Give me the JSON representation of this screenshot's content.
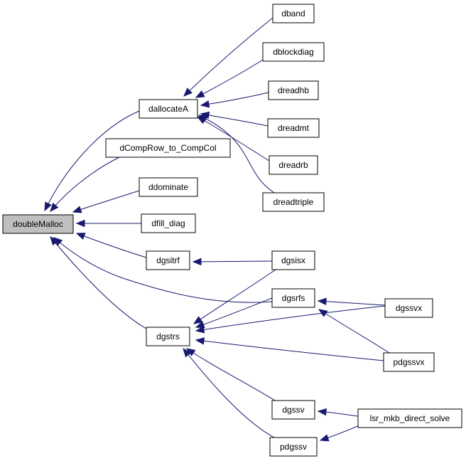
{
  "colors": {
    "edge": "#191970",
    "root_fill": "#bfbfbf",
    "node_fill": "#ffffff",
    "node_border": "#000000"
  },
  "nodes": {
    "doubleMalloc": "doubleMalloc",
    "dallocateA": "dallocateA",
    "dCompRow_to_CompCol": "dCompRow_to_CompCol",
    "ddominate": "ddominate",
    "dfill_diag": "dfill_diag",
    "dgsitrf": "dgsitrf",
    "dgstrs": "dgstrs",
    "dband": "dband",
    "dblockdiag": "dblockdiag",
    "dreadhb": "dreadhb",
    "dreadmt": "dreadmt",
    "dreadrb": "dreadrb",
    "dreadtriple": "dreadtriple",
    "dgsisx": "dgsisx",
    "dgsrfs": "dgsrfs",
    "dgssv": "dgssv",
    "pdgssv": "pdgssv",
    "dgssvx": "dgssvx",
    "pdgssvx": "pdgssvx",
    "lsr_mkb_direct_solve": "lsr_mkb_direct_solve"
  },
  "edges": [
    {
      "from": "dallocateA",
      "to": "doubleMalloc"
    },
    {
      "from": "dCompRow_to_CompCol",
      "to": "doubleMalloc"
    },
    {
      "from": "ddominate",
      "to": "doubleMalloc"
    },
    {
      "from": "dfill_diag",
      "to": "doubleMalloc"
    },
    {
      "from": "dgsitrf",
      "to": "doubleMalloc"
    },
    {
      "from": "dgsrfs",
      "to": "doubleMalloc"
    },
    {
      "from": "dgstrs",
      "to": "doubleMalloc"
    },
    {
      "from": "dband",
      "to": "dallocateA"
    },
    {
      "from": "dblockdiag",
      "to": "dallocateA"
    },
    {
      "from": "dreadhb",
      "to": "dallocateA"
    },
    {
      "from": "dreadmt",
      "to": "dallocateA"
    },
    {
      "from": "dreadrb",
      "to": "dallocateA"
    },
    {
      "from": "dreadtriple",
      "to": "dallocateA"
    },
    {
      "from": "dgsisx",
      "to": "dgsitrf"
    },
    {
      "from": "dgsisx",
      "to": "dgstrs"
    },
    {
      "from": "dgsrfs",
      "to": "dgstrs"
    },
    {
      "from": "dgssvx",
      "to": "dgstrs"
    },
    {
      "from": "pdgssvx",
      "to": "dgstrs"
    },
    {
      "from": "dgssv",
      "to": "dgstrs"
    },
    {
      "from": "pdgssv",
      "to": "dgstrs"
    },
    {
      "from": "dgssvx",
      "to": "dgsrfs"
    },
    {
      "from": "pdgssvx",
      "to": "dgsrfs"
    },
    {
      "from": "lsr_mkb_direct_solve",
      "to": "dgssv"
    },
    {
      "from": "lsr_mkb_direct_solve",
      "to": "pdgssv"
    }
  ]
}
